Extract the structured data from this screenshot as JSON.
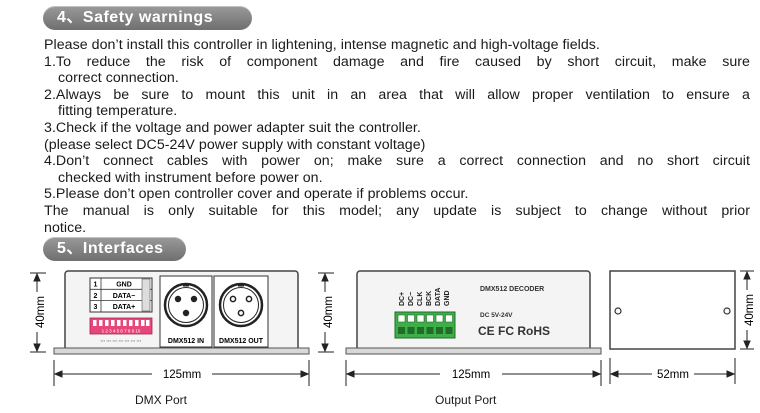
{
  "sections": {
    "safety_title": "4、Safety warnings",
    "interfaces_title": "5、Interfaces"
  },
  "safety_lines": [
    "Please don’t install this controller in lightening, intense magnetic and high-voltage fields.",
    "1.To reduce the risk of component damage and fire caused by short circuit, make sure",
    "correct connection.",
    "2.Always be sure to mount this unit in an area that will allow proper ventilation to ensure a",
    "fitting temperature.",
    "3.Check if the voltage and power adapter suit the controller.",
    "(please select DC5-24V power supply with constant voltage)",
    "4.Don’t connect cables with power on; make sure a correct connection and no short circuit",
    "checked with instrument before power on.",
    "5.Please don’t open controller cover and operate if problems occur.",
    "The manual is only suitable for this model; any update is subject to change without prior",
    "notice."
  ],
  "dmx_port": {
    "caption": "DMX Port",
    "width_label": "125mm",
    "height_label": "40mm",
    "terminal_rows": [
      {
        "num": "1",
        "label": "GND"
      },
      {
        "num": "2",
        "label": "DATA−"
      },
      {
        "num": "3",
        "label": "DATA+"
      }
    ],
    "dip_numbers": "1 2 3 4 5 6 7 8 9 10",
    "in_label": "DMX512 IN",
    "out_label": "DMX512 OUT"
  },
  "output_port": {
    "caption": "Output Port",
    "width_label": "125mm",
    "height_label": "40mm",
    "terminal_labels": [
      "DC+",
      "DC−",
      "CLK",
      "BCK",
      "DATA",
      "GND"
    ],
    "decoder_label": "DMX512  DECODER",
    "voltage_label": "DC 5V-24V",
    "cert_label": "CE FC RoHS"
  },
  "side_view": {
    "width_label": "52mm",
    "height_label": "40mm"
  },
  "colors": {
    "pill_bg": "#7f7f7f",
    "terminal_green": "#3fae4a",
    "dip_pink": "#e8457a"
  }
}
